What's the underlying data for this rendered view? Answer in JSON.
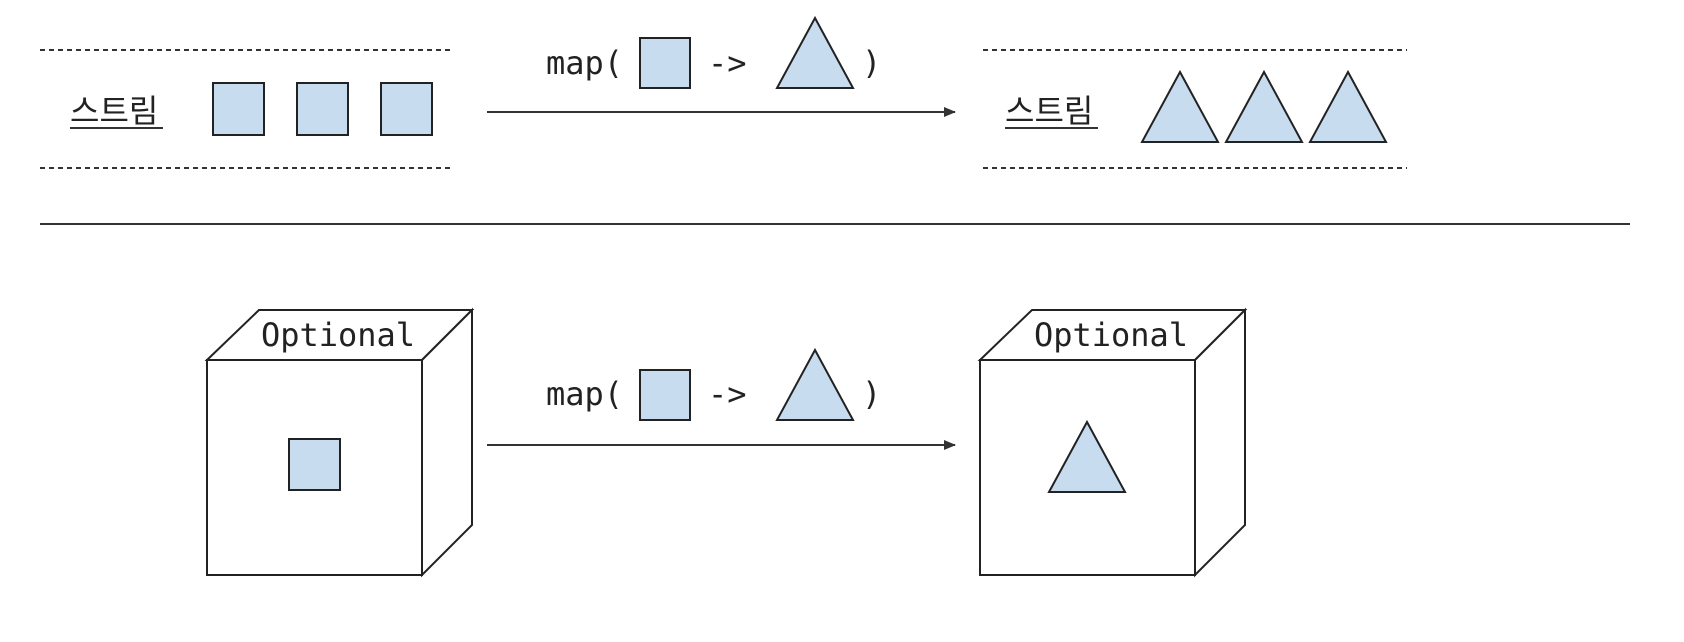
{
  "stream_row": {
    "left_label": "스트림",
    "right_label": "스트림",
    "map_prefix": "map(",
    "map_arrow": "->",
    "map_suffix": ")"
  },
  "optional_row": {
    "left_box_label": "Optional",
    "right_box_label": "Optional",
    "map_prefix": "map(",
    "map_arrow": "->",
    "map_suffix": ")"
  },
  "colors": {
    "shape_fill": "#c8dcf0",
    "stroke": "#222222",
    "background": "#ffffff"
  }
}
